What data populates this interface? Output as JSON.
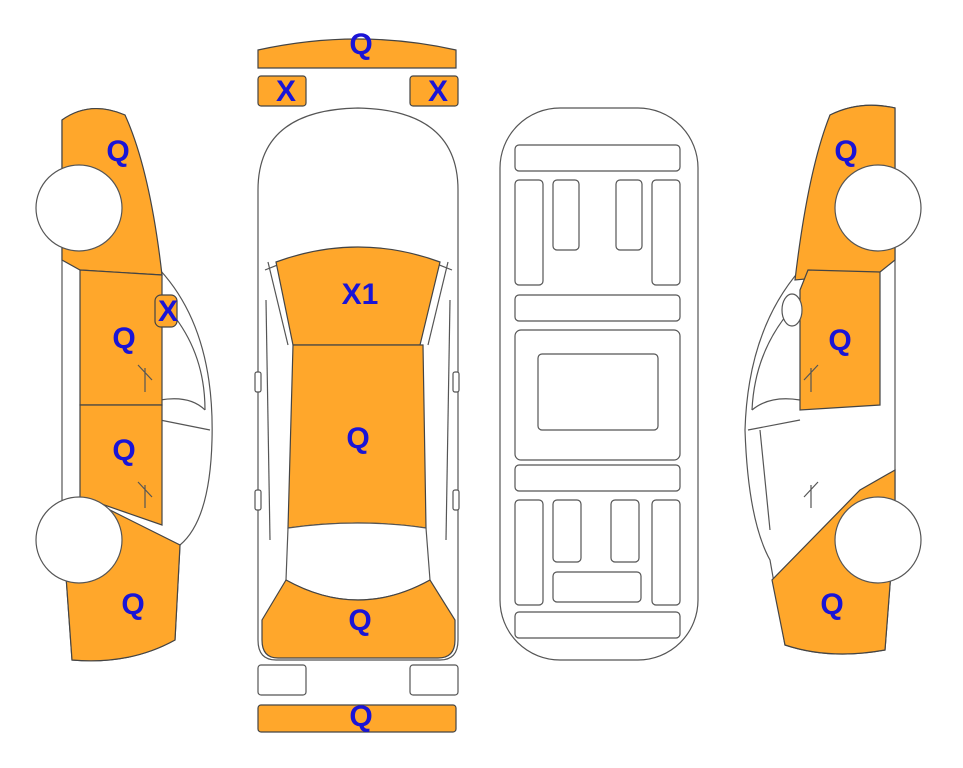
{
  "colors": {
    "damaged_panel": "#FFA72B",
    "label": "#1a14d6",
    "outline": "#555555"
  },
  "labels": {
    "front_bumper": "Q",
    "left_headlight": "X",
    "right_headlight": "X",
    "roof_front": "X1",
    "roof_main": "Q",
    "rear_glass_area": "Q",
    "rear_bumper": "Q",
    "left_side_front_fender": "Q",
    "left_side_mirror": "X",
    "left_side_front_door": "Q",
    "left_side_rear_door": "Q",
    "left_side_rear_quarter": "Q",
    "right_side_front_fender": "Q",
    "right_side_front_door": "Q",
    "right_side_rear_quarter": "Q"
  }
}
